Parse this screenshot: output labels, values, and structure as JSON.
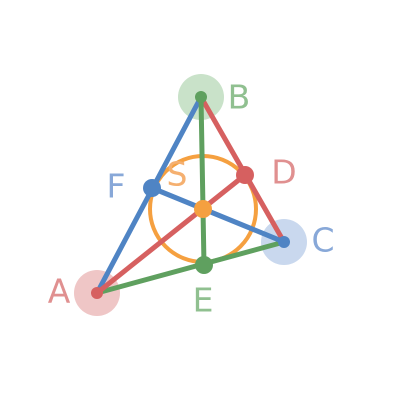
{
  "colors": {
    "red": "#d66060",
    "green": "#5fa05f",
    "blue": "#4f84c4",
    "orange": "#f5a040",
    "red_label": "#e09090",
    "green_label": "#90c090",
    "blue_label": "#88a8d8",
    "orange_label": "#f5b070",
    "red_halo": "#efc6c6",
    "green_halo": "#c9e2c9",
    "blue_halo": "#c9d8ee"
  },
  "points": {
    "A": {
      "label": "A"
    },
    "B": {
      "label": "B"
    },
    "C": {
      "label": "C"
    },
    "D": {
      "label": "D"
    },
    "E": {
      "label": "E"
    },
    "F": {
      "label": "F"
    },
    "S": {
      "label": "S"
    }
  }
}
